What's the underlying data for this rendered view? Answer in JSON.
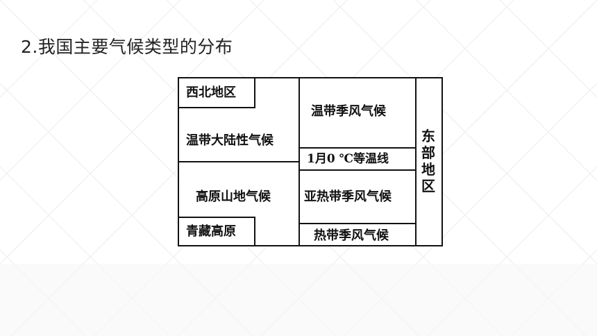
{
  "slide": {
    "title": "2.我国主要气候类型的分布"
  },
  "diagram": {
    "northwest_region": "西北地区",
    "temperate_continental": "温带大陆性气候",
    "plateau_mountain": "高原山地气候",
    "qinghai_tibet_plateau": "青藏高原",
    "temperate_monsoon": "温带季风气候",
    "isotherm_0c": "1月0 ℃等温线",
    "subtropical_monsoon": "亚热带季风气候",
    "tropical_monsoon": "热带季风气候",
    "eastern_region": "东部地区"
  },
  "colors": {
    "background": "#ffffff",
    "pattern_line": "#ececec",
    "border": "#111111",
    "text": "#111111"
  }
}
